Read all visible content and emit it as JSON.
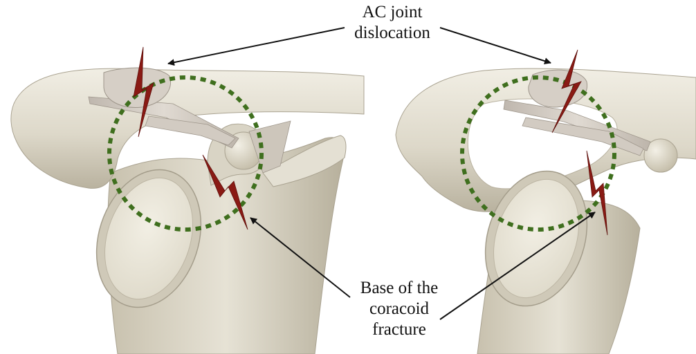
{
  "labels": {
    "ac_joint": {
      "line1": "AC joint",
      "line2": "dislocation"
    },
    "coracoid": {
      "line1": "Base of the",
      "line2": "coracoid",
      "line3": "fracture"
    }
  },
  "colors": {
    "bone": "#ddd8c9",
    "bone_shadow": "#b9b29f",
    "bone_highlight": "#f1eee4",
    "ligament": "#cfc8c0",
    "glenoid_surface": "#ede9dc",
    "injury_bolt": "#8a1a14",
    "dashed_circle": "#3f6f1e",
    "arrow": "#111111"
  },
  "markers": {
    "injury_icon": "lightning-bolt-icon",
    "region_marker": "dashed-circle"
  }
}
